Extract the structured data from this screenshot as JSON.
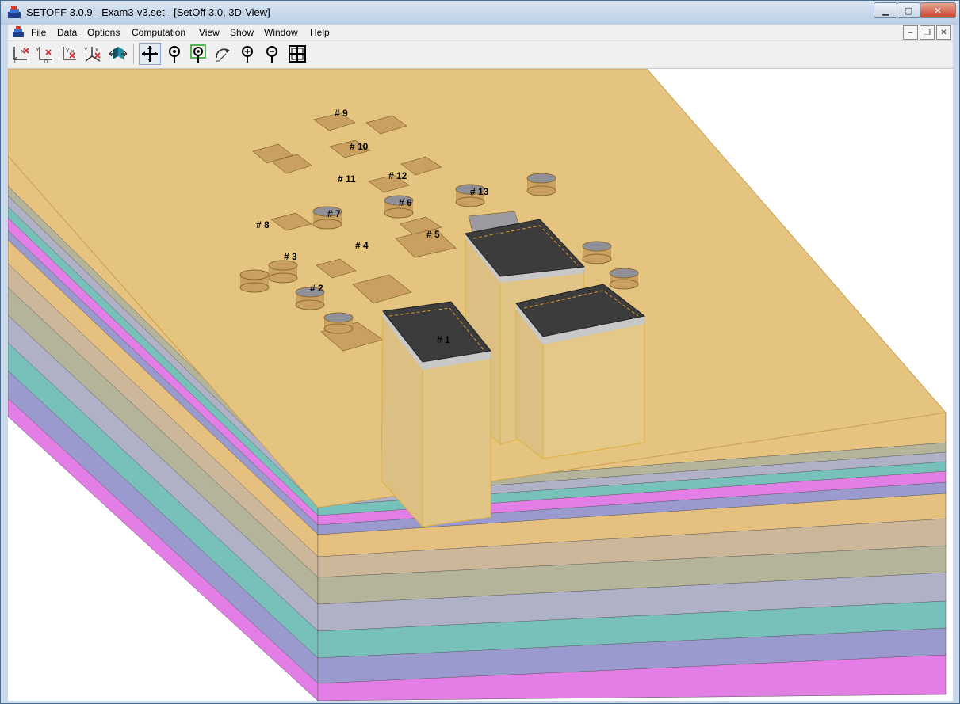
{
  "window": {
    "title": "SETOFF 3.0.9 - Exam3-v3.set - [SetOff 3.0, 3D-View]",
    "caption_buttons": [
      "minimize",
      "maximize",
      "close"
    ]
  },
  "menu": {
    "items": [
      {
        "label": "File"
      },
      {
        "label": "Data"
      },
      {
        "label": "Options"
      },
      {
        "label": "Computation"
      },
      {
        "label": "View"
      },
      {
        "label": "Show"
      },
      {
        "label": "Window"
      },
      {
        "label": "Help"
      }
    ],
    "mdi_buttons": [
      "minimize",
      "restore",
      "close"
    ]
  },
  "toolbar": {
    "buttons": [
      {
        "icon": "view-front-icon"
      },
      {
        "icon": "view-side-icon"
      },
      {
        "icon": "view-top-icon"
      },
      {
        "icon": "view-iso-icon"
      },
      {
        "icon": "flip-view-icon"
      },
      {
        "icon": "pan-icon",
        "pressed": true
      },
      {
        "icon": "probe-icon"
      },
      {
        "icon": "probe-select-icon"
      },
      {
        "icon": "rotate-icon"
      },
      {
        "icon": "probe-plus-icon"
      },
      {
        "icon": "probe-minus-icon"
      },
      {
        "icon": "grid-icon"
      }
    ]
  },
  "scene": {
    "component_labels": [
      "# 1",
      "# 2",
      "# 3",
      "# 4",
      "# 5",
      "# 6",
      "# 7",
      "# 8",
      "# 9",
      "# 10",
      "# 11",
      "# 12",
      "# 13"
    ],
    "layer_colors": [
      "#e8c27f",
      "#b4b49a",
      "#b0b0c6",
      "#78c0ba",
      "#9a9ace",
      "#e27ee6",
      "#cdb79b",
      "#e6c07f"
    ]
  }
}
